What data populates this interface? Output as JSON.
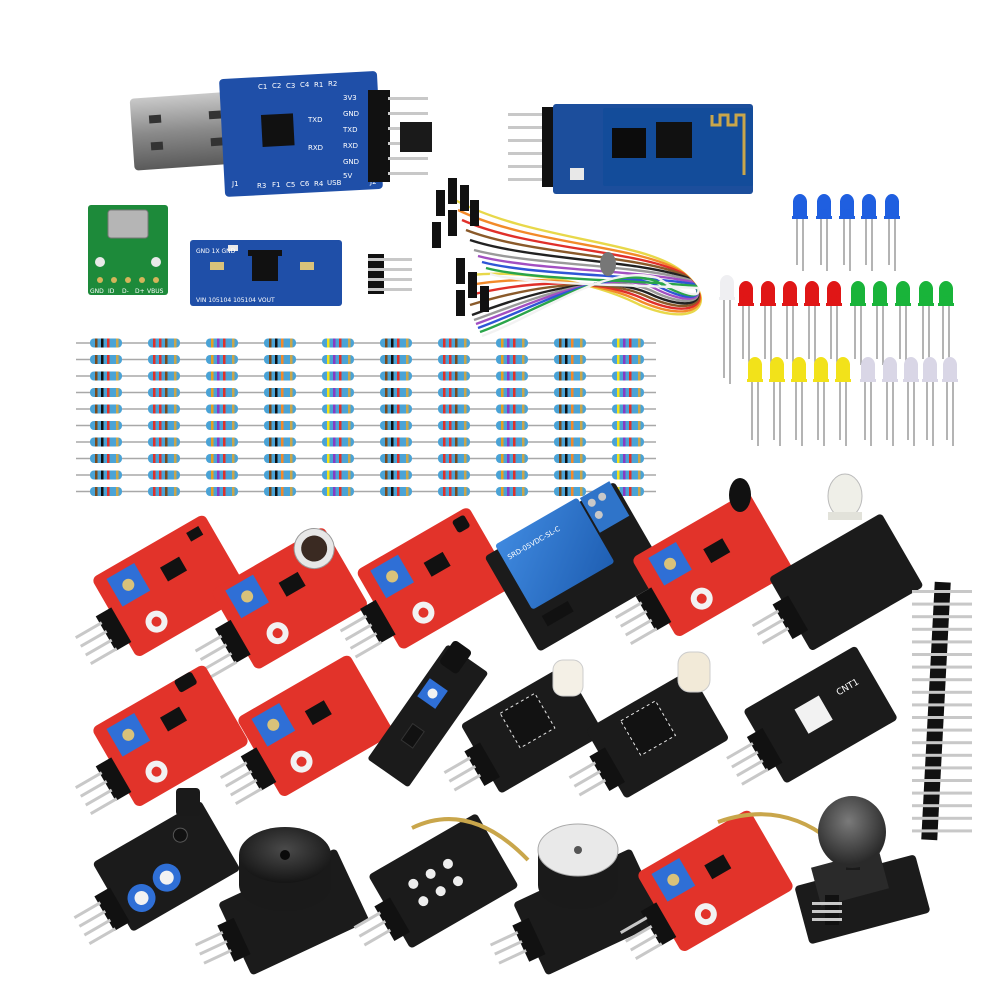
{
  "colors": {
    "background": "#ffffff",
    "pcb_blue": "#1f4fa8",
    "pcb_red": "#e2332a",
    "pcb_black": "#1b1b1b",
    "pcb_green": "#1d8a3a",
    "pot_blue": "#2f6fd6",
    "relay_blue": "#2f74c9",
    "resistor_body": "#4aa3d6",
    "led_blue": "#1f5fe0",
    "led_red": "#e01616",
    "led_green": "#19b43a",
    "led_yellow": "#f2e21a",
    "led_clear": "#d9d6e6"
  },
  "usb_serial": {
    "top_labels": [
      "C1",
      "C2",
      "C3",
      "C4",
      "R1",
      "R2"
    ],
    "bottom_labels": [
      "R3",
      "F1",
      "C5",
      "C6",
      "R4",
      "USB"
    ],
    "pin_labels": [
      "3V3",
      "GND",
      "TXD",
      "RXD",
      "GND",
      "5V"
    ],
    "mid_labels": [
      "TXD",
      "RXD"
    ],
    "j1": "J1",
    "j2": "J2"
  },
  "micro_usb": {
    "pin_labels": [
      "GND",
      "ID",
      "D-",
      "D+",
      "VBUS"
    ]
  },
  "regulator": {
    "top_text": "GND  1X    GND",
    "bottom_text": "VIN  105104  105104  VOUT"
  },
  "relay": {
    "label": "SRD-05VDC-SL-C"
  },
  "rgb_module": {
    "label": "CNT1"
  }
}
